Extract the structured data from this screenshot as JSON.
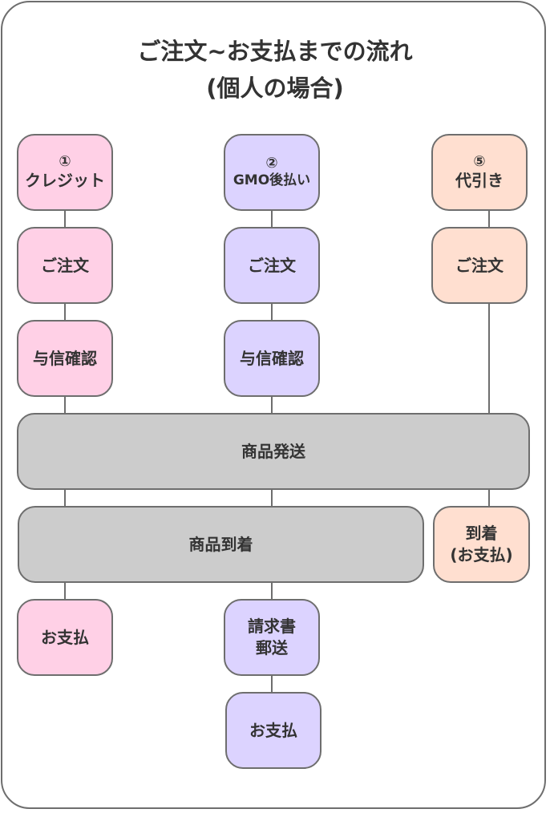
{
  "title": {
    "line1": "ご注文~お支払までの流れ",
    "line2": "(個人の場合)"
  },
  "colors": {
    "credit": "#ffd0e6",
    "gmo": "#dcd3ff",
    "cod": "#ffdfd0",
    "shared": "#cccccc",
    "border": "#6e6e6e",
    "text": "#333333"
  },
  "columns": {
    "credit": {
      "number": "①",
      "label": "クレジット",
      "steps": [
        "ご注文",
        "与信確認"
      ],
      "final": "お支払"
    },
    "gmo": {
      "number": "②",
      "label": "GMO後払い",
      "steps": [
        "ご注文",
        "与信確認"
      ],
      "post": [
        "請求書",
        "郵送"
      ],
      "final": "お支払"
    },
    "cod": {
      "number": "⑤",
      "label": "代引き",
      "steps": [
        "ご注文"
      ],
      "arrival": [
        "到着",
        "(お支払)"
      ]
    }
  },
  "shared": {
    "shipping": "商品発送",
    "arrival": "商品到着"
  }
}
